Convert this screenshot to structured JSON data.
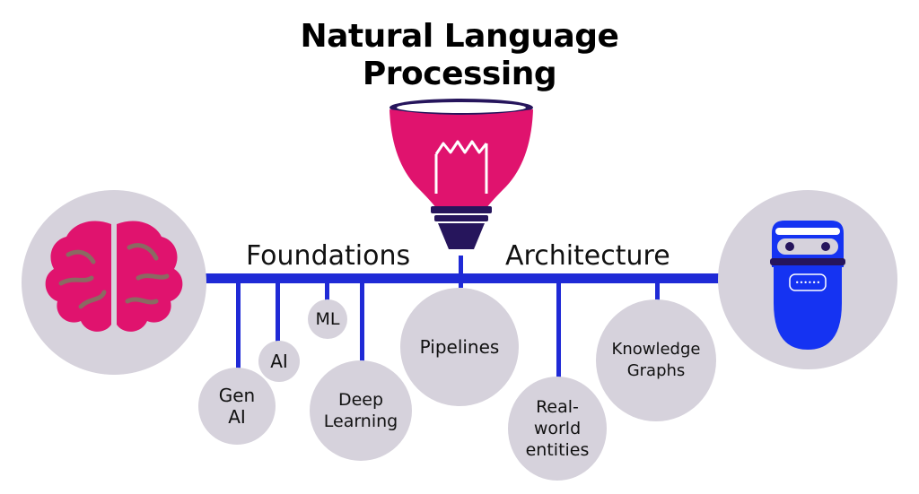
{
  "title": {
    "line1": "Natural Language",
    "line2": "Processing"
  },
  "sections": {
    "left": "Foundations",
    "right": "Architecture"
  },
  "foundations": [
    {
      "id": "gen-ai",
      "label": "Gen\nAI"
    },
    {
      "id": "ai",
      "label": "AI"
    },
    {
      "id": "ml",
      "label": "ML"
    },
    {
      "id": "deep-learning",
      "label": "Deep\nLearning"
    }
  ],
  "architecture": [
    {
      "id": "pipelines",
      "label": "Pipelines"
    },
    {
      "id": "real-world-entities",
      "label": "Real-\nworld\nentities"
    },
    {
      "id": "knowledge-graphs",
      "label": "Knowledge\nGraphs"
    }
  ],
  "icons": {
    "left": "brain-icon",
    "right": "robot-icon",
    "top": "funnel-lightbulb-icon"
  },
  "colors": {
    "line": "#1f2ad6",
    "bubble": "#d6d2dc",
    "brain": "#e0136e",
    "funnel": "#e0136e",
    "robot": "#1533f2",
    "navy": "#26155c"
  }
}
